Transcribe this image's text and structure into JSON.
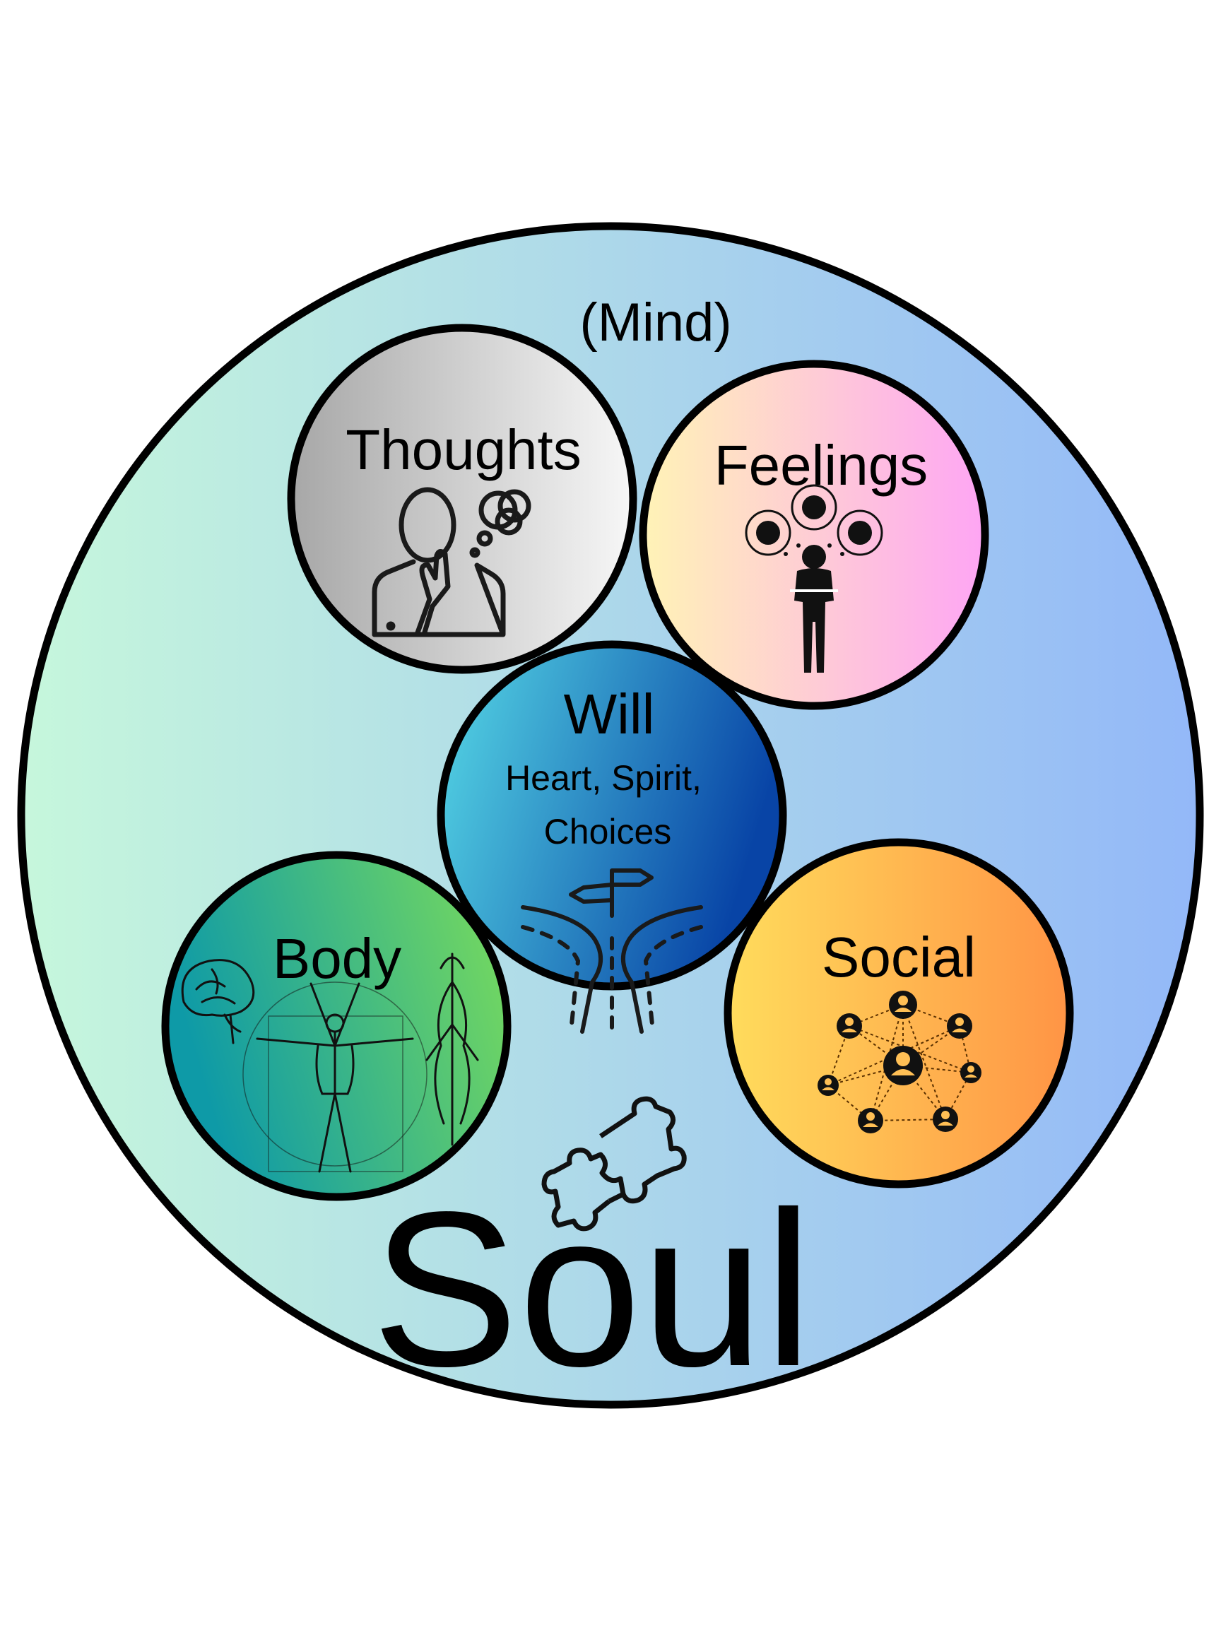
{
  "soul": {
    "title": "Soul",
    "subtitle": "(Mind)"
  },
  "thoughts": {
    "label": "Thoughts",
    "icon": "thinking-person-icon"
  },
  "feelings": {
    "label": "Feelings",
    "icon": "emotions-person-icon"
  },
  "will": {
    "label": "Will",
    "line1": "Heart, Spirit,",
    "line2": "Choices",
    "icon": "crossroads-signpost-icon"
  },
  "body": {
    "label": "Body",
    "icon": "anatomy-vitruvian-icon"
  },
  "social": {
    "label": "Social",
    "icon": "social-network-icon"
  },
  "puzzle": {
    "icon": "puzzle-pieces-icon"
  },
  "colors": {
    "outer_left": "#c6f7dc",
    "outer_right": "#93b8f8",
    "thoughts_left": "#a7a7a7",
    "thoughts_right": "#f7f7f7",
    "feelings_left": "#fff3b6",
    "feelings_right": "#fea5f4",
    "will_left": "#56d9e6",
    "will_right": "#0844a6",
    "body_left": "#0e9aa7",
    "body_right": "#7cdd5a",
    "social_left": "#ffdc5c",
    "social_right": "#ff9445"
  }
}
